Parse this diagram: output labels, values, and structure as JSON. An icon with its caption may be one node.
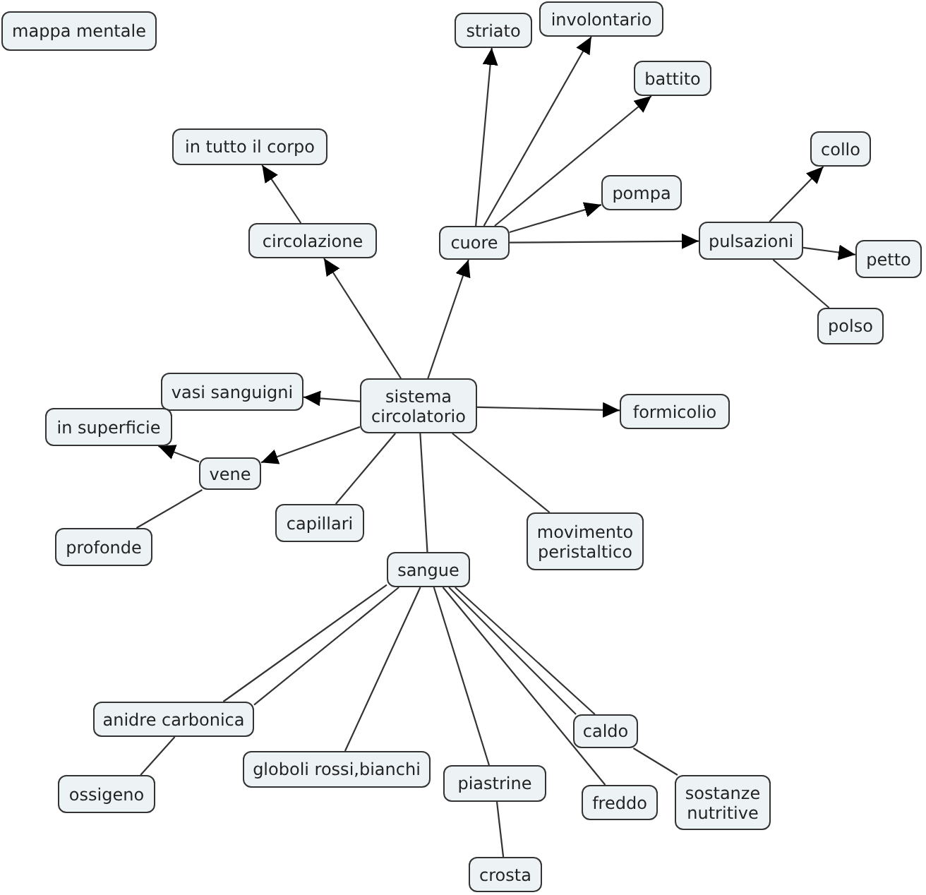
{
  "diagram": {
    "nodes": [
      {
        "text": [
          "mappa mentale"
        ]
      },
      {
        "text": [
          "striato"
        ]
      },
      {
        "text": [
          "involontario"
        ]
      },
      {
        "text": [
          "battito"
        ]
      },
      {
        "text": [
          "in tutto il corpo"
        ]
      },
      {
        "text": [
          "pompa"
        ]
      },
      {
        "text": [
          "circolazione"
        ]
      },
      {
        "text": [
          "cuore"
        ]
      },
      {
        "text": [
          "pulsazioni"
        ]
      },
      {
        "text": [
          "collo"
        ]
      },
      {
        "text": [
          "petto"
        ]
      },
      {
        "text": [
          "polso"
        ]
      },
      {
        "text": [
          "vasi sanguigni"
        ]
      },
      {
        "text": [
          "sistema circolatorio"
        ]
      },
      {
        "text": [
          "formicolio"
        ]
      },
      {
        "text": [
          "in superficie"
        ]
      },
      {
        "text": [
          "vene"
        ]
      },
      {
        "text": [
          "capillari"
        ]
      },
      {
        "text": [
          "profonde"
        ]
      },
      {
        "text": [
          "movimento peristaltico"
        ]
      },
      {
        "text": [
          "sangue"
        ]
      },
      {
        "text": [
          "anidre carbonica"
        ]
      },
      {
        "text": [
          "caldo"
        ]
      },
      {
        "text": [
          "globoli rossi,bianchi"
        ]
      },
      {
        "text": [
          "piastrine"
        ]
      },
      {
        "text": [
          "ossigeno"
        ]
      },
      {
        "text": [
          "freddo"
        ]
      },
      {
        "text": [
          "sostanze nutritive"
        ]
      },
      {
        "text": [
          "crosta"
        ]
      }
    ],
    "edges": [
      {
        "from": 13,
        "to": 6,
        "arrow": "to"
      },
      {
        "from": 6,
        "to": 4,
        "arrow": "to"
      },
      {
        "from": 13,
        "to": 7,
        "arrow": "to"
      },
      {
        "from": 7,
        "to": 1,
        "arrow": "to"
      },
      {
        "from": 7,
        "to": 2,
        "arrow": "to"
      },
      {
        "from": 7,
        "to": 3,
        "arrow": "to"
      },
      {
        "from": 7,
        "to": 5,
        "arrow": "to"
      },
      {
        "from": 7,
        "to": 8,
        "arrow": "to"
      },
      {
        "from": 8,
        "to": 9,
        "arrow": "to"
      },
      {
        "from": 8,
        "to": 10,
        "arrow": "to"
      },
      {
        "from": 8,
        "to": 11,
        "arrow": "none"
      },
      {
        "from": 13,
        "to": 12,
        "arrow": "to"
      },
      {
        "from": 13,
        "to": 14,
        "arrow": "to"
      },
      {
        "from": 13,
        "to": 16,
        "arrow": "to"
      },
      {
        "from": 16,
        "to": 15,
        "arrow": "to"
      },
      {
        "from": 16,
        "to": 18,
        "arrow": "none"
      },
      {
        "from": 13,
        "to": 17,
        "arrow": "none"
      },
      {
        "from": 13,
        "to": 20,
        "arrow": "none"
      },
      {
        "from": 13,
        "to": 19,
        "arrow": "none"
      },
      {
        "from": 20,
        "to": 21,
        "arrow": "none"
      },
      {
        "from": 20,
        "to": 21,
        "arrow": "none"
      },
      {
        "from": 20,
        "to": 23,
        "arrow": "none"
      },
      {
        "from": 20,
        "to": 24,
        "arrow": "none"
      },
      {
        "from": 20,
        "to": 26,
        "arrow": "none"
      },
      {
        "from": 20,
        "to": 22,
        "arrow": "none"
      },
      {
        "from": 20,
        "to": 22,
        "arrow": "none"
      },
      {
        "from": 21,
        "to": 25,
        "arrow": "none"
      },
      {
        "from": 24,
        "to": 28,
        "arrow": "none"
      },
      {
        "from": 22,
        "to": 27,
        "arrow": "none"
      }
    ]
  }
}
